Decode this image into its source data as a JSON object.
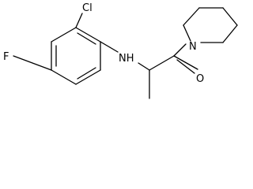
{
  "molecule": {
    "labels": {
      "chlorine": "Cl",
      "fluorine": "F",
      "amine": "NH",
      "piperidine_nitrogen": "N",
      "carbonyl_oxygen": "O"
    },
    "colors": {
      "bond": "#000000",
      "text": "#000000",
      "background": "#ffffff"
    }
  }
}
